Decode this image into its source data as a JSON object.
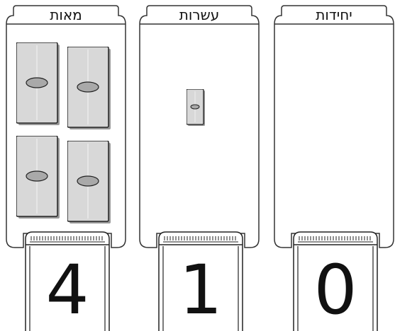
{
  "columns": [
    {
      "key": "hundreds",
      "label": "מאות",
      "digit": "4",
      "blocks": 4,
      "block_kind": "hundred"
    },
    {
      "key": "tens",
      "label": "עשרות",
      "digit": "1",
      "blocks": 1,
      "block_kind": "ten"
    },
    {
      "key": "units",
      "label": "יחידות",
      "digit": "0",
      "blocks": 0,
      "block_kind": "unit"
    }
  ],
  "colors": {
    "block_fill": "#d8d8d8",
    "block_stroke": "#222222",
    "hole_fill": "#a9a9a9",
    "tray_stroke": "#333333"
  }
}
